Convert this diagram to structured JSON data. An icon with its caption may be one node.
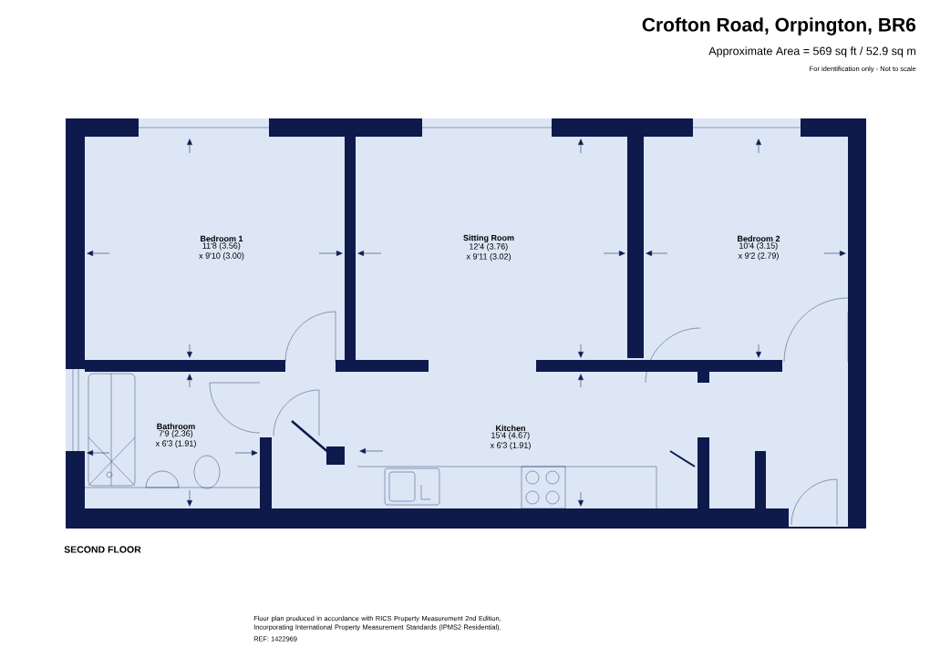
{
  "diagram": {
    "title": "Crofton Road, Orpington, BR6",
    "nodes": [
      {
        "text": [
          "Bedroom 1",
          "11'8 (3.56) x 9'10 (3.00)"
        ]
      },
      {
        "text": [
          "Sitting Room",
          "12'4 (3.76) x 9'11 (3.02)"
        ]
      },
      {
        "text": [
          "Bedroom 2",
          "10'4 (3.15) x 9'2 (2.79)"
        ]
      },
      {
        "text": [
          "Bathroom",
          "7'9 (2.36) x 6'3 (1.91)"
        ]
      },
      {
        "text": [
          "Kitchen",
          "15'4 (4.67) x 6'3 (1.91)"
        ]
      }
    ],
    "labels": [
      "Approximate Area = 569 sq ft / 52.9 sq m",
      "For identification only - Not to scale",
      "SECOND FLOOR",
      "Floor plan produced in accordance with RICS Property Measurement 2nd Edition, Incorporating International Property Measurement Standards (IPMS2 Residential).",
      "REF: 1422969"
    ]
  }
}
